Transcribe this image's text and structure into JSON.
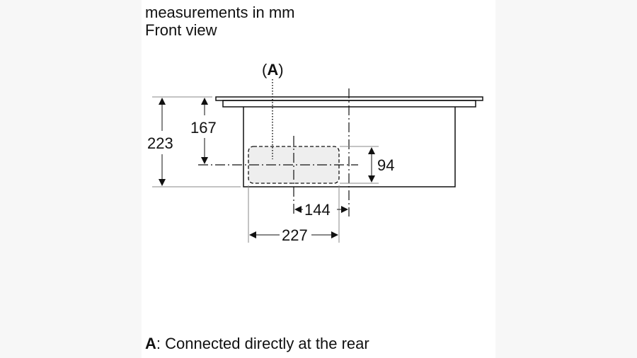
{
  "header": {
    "line1": "measurements in mm",
    "line2": "Front view"
  },
  "callout": {
    "open": "(",
    "letter": "A",
    "close": ")"
  },
  "dimensions": {
    "total_height": "223",
    "to_center": "167",
    "connection_height": "94",
    "center_offset": "144",
    "connection_width": "227"
  },
  "footnote": {
    "letter": "A",
    "text": ": Connected directly at the rear"
  },
  "colors": {
    "line": "#111111",
    "connection_fill": "#eeeeee",
    "dim_line": "#888888"
  }
}
